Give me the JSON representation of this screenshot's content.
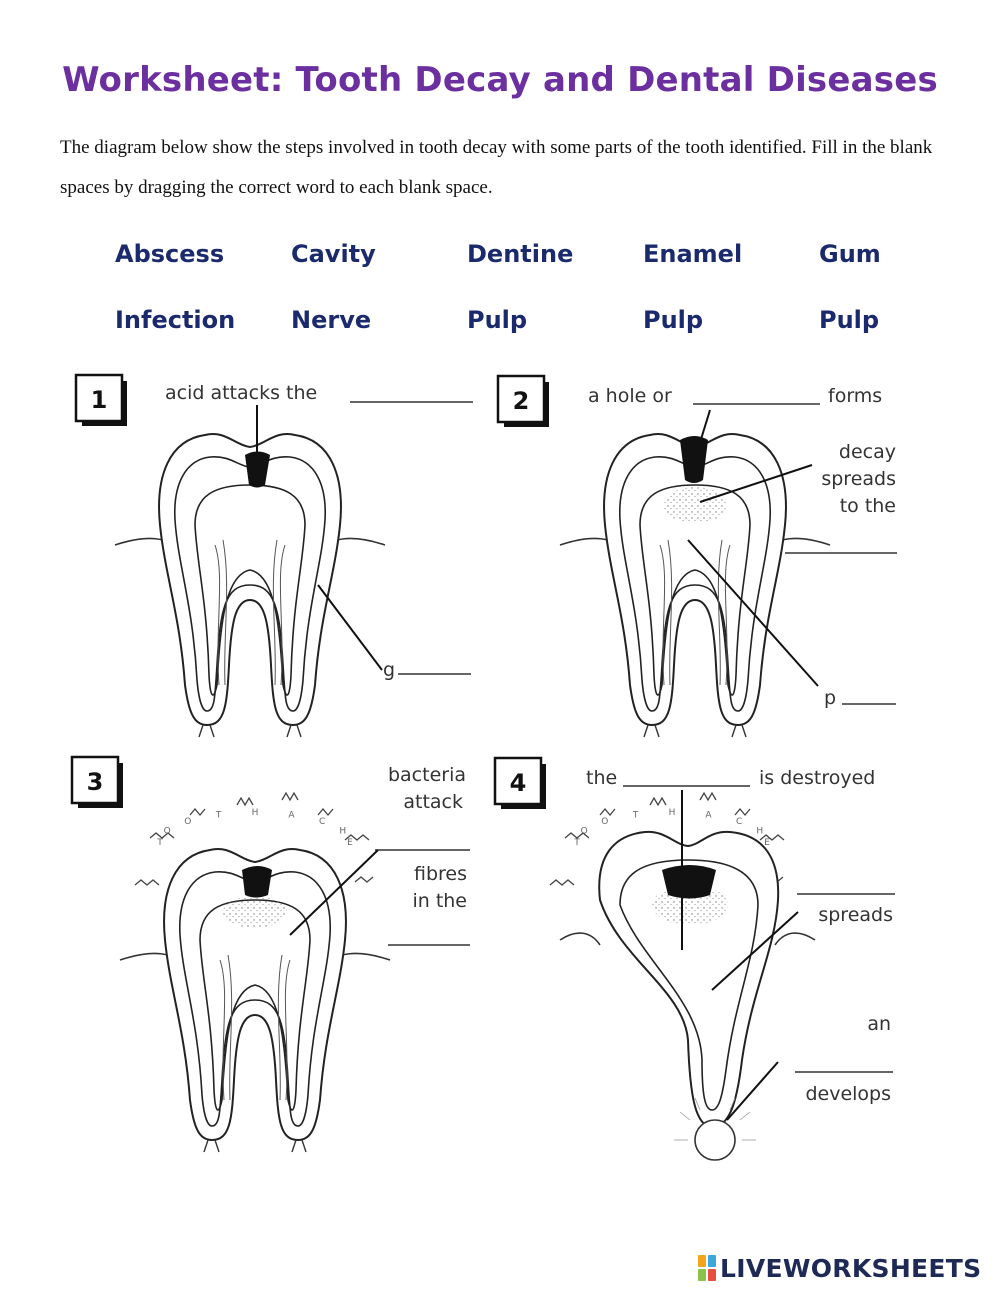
{
  "title": "Worksheet: Tooth Decay and Dental Diseases",
  "intro": "The diagram below show the steps involved in tooth decay with some parts of the tooth identified. Fill in the blank spaces by dragging the correct word to each blank space.",
  "word_bank": [
    "Abscess",
    "Cavity",
    "Dentine",
    "Enamel",
    "Gum",
    "Infection",
    "Nerve",
    "Pulp",
    "Pulp",
    "Pulp"
  ],
  "panels": [
    {
      "number": "1",
      "labels": [
        "acid attacks the",
        "g"
      ]
    },
    {
      "number": "2",
      "labels": [
        "a hole or",
        "forms",
        "decay",
        "spreads",
        "to the",
        "p"
      ]
    },
    {
      "number": "3",
      "labels": [
        "bacteria",
        "attack",
        "fibres",
        "in the"
      ]
    },
    {
      "number": "4",
      "labels": [
        "the",
        "is destroyed",
        "spreads",
        "an",
        "develops"
      ]
    }
  ],
  "toothache_letters": [
    "T",
    "O",
    "O",
    "T",
    "H",
    "A",
    "C",
    "H",
    "E"
  ],
  "logo": {
    "text": "LIVEWORKSHEETS",
    "colors": [
      "#f4a51c",
      "#3ba7db",
      "#8bc34a",
      "#e84e3c"
    ]
  }
}
